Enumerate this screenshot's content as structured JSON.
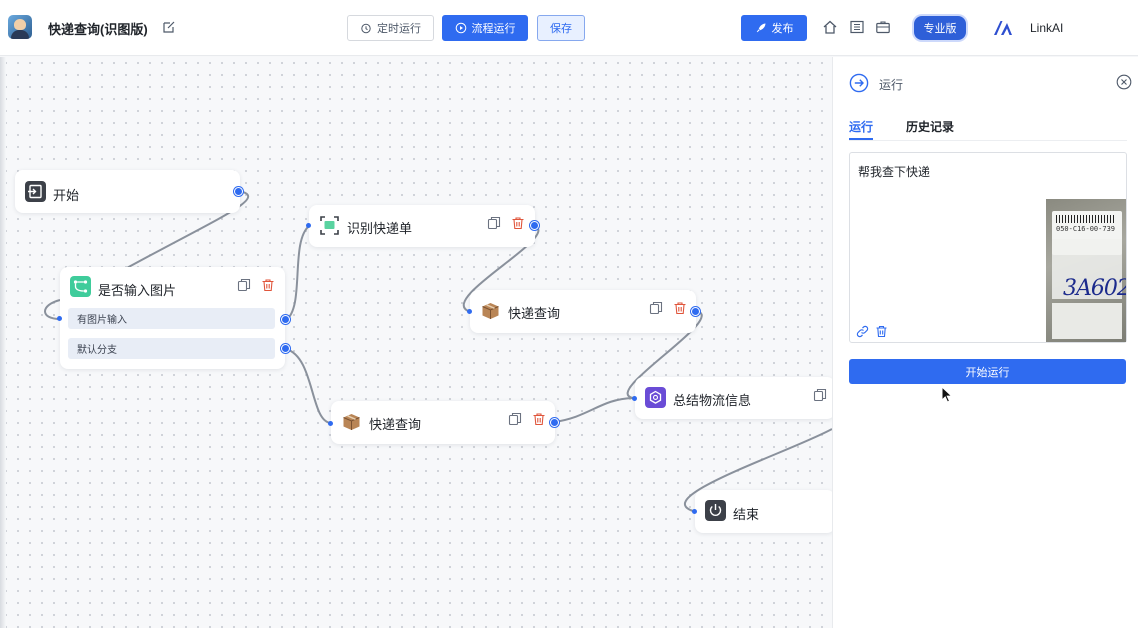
{
  "header": {
    "app_title": "快递查询(识图版)",
    "schedule_label": "定时运行",
    "run_flow_label": "流程运行",
    "save_label": "保存",
    "publish_label": "发布",
    "edition_badge": "专业版",
    "brand_name": "LinkAI",
    "icons": [
      "home-icon",
      "book-icon",
      "briefcase-icon"
    ]
  },
  "canvas": {
    "nodes": {
      "start": {
        "title": "开始"
      },
      "condition": {
        "title": "是否输入图片",
        "branches": [
          "有图片输入",
          "默认分支"
        ]
      },
      "ocr": {
        "title": "识别快递单"
      },
      "query_a": {
        "title": "快递查询"
      },
      "query_b": {
        "title": "快递查询"
      },
      "summary": {
        "title": "总结物流信息"
      },
      "end": {
        "title": "结束"
      }
    }
  },
  "panel": {
    "title": "运行",
    "tabs": [
      {
        "label": "运行",
        "active": true
      },
      {
        "label": "历史记录",
        "active": false
      }
    ],
    "input_text": "帮我查下快递",
    "thumbnail_number": "050-C16-00-739",
    "thumbnail_handwriting": "3A602",
    "start_button": "开始运行"
  },
  "colors": {
    "primary": "#2f6bf0",
    "edge": "#8a919c",
    "delete": "#e0553b"
  }
}
